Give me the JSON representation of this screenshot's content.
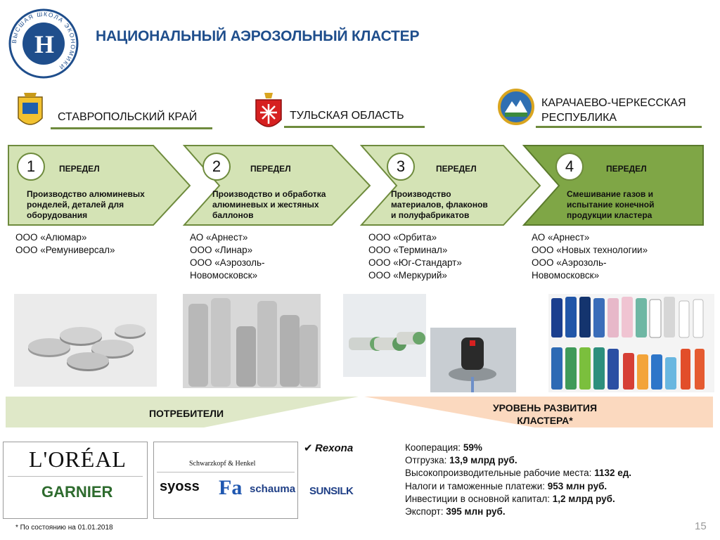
{
  "header": {
    "title": "НАЦИОНАЛЬНЫЙ АЭРОЗОЛЬНЫЙ КЛАСТЕР",
    "logo_text": "ВЫСШАЯ ШКОЛА ЭКОНОМИКИ"
  },
  "regions": [
    {
      "name": "СТАВРОПОЛЬСКИЙ КРАЙ"
    },
    {
      "name": "ТУЛЬСКАЯ ОБЛАСТЬ"
    },
    {
      "name_line1": "КАРАЧАЕВО-ЧЕРКЕССКАЯ",
      "name_line2": "РЕСПУБЛИКА"
    }
  ],
  "steps": [
    {
      "num": "1",
      "label": "ПЕРЕДЕЛ",
      "desc": [
        "Производство алюминевых",
        "ронделей, деталей для",
        "оборудования"
      ]
    },
    {
      "num": "2",
      "label": "ПЕРЕДЕЛ",
      "desc": [
        "Производство и обработка",
        "алюминевых и жестяных",
        "баллонов"
      ]
    },
    {
      "num": "3",
      "label": "ПЕРЕДЕЛ",
      "desc": [
        "Производство",
        "материалов, флаконов",
        "и полуфабрикатов"
      ]
    },
    {
      "num": "4",
      "label": "ПЕРЕДЕЛ",
      "desc": [
        "Смешивание газов и",
        "испытание конечной",
        "продукции кластера"
      ]
    }
  ],
  "companies": [
    [
      "ООО «Алюмар»",
      "ООО «Ремуниверсал»"
    ],
    [
      "АО «Арнест»",
      "ООО «Линар»",
      "ООО «Аэрозоль-",
      "Новомосковск»"
    ],
    [
      "ООО «Орбита»",
      "ООО «Терминал»",
      "ООО «Юг-Стандарт»",
      "ООО «Меркурий»"
    ],
    [
      "АО «Арнест»",
      "ООО «Новых технологии»",
      "ООО «Аэрозоль-",
      "Новомосковск»"
    ]
  ],
  "consumers_label": "ПОТРЕБИТЕЛИ",
  "level_label": [
    "УРОВЕНЬ РАЗВИТИЯ",
    "КЛАСТЕРА*"
  ],
  "brands": {
    "loreal": "L'ORÉAL",
    "garnier": "GARNIER",
    "schwarzkopf": "Schwarzkopf & Henkel",
    "syoss": "syoss",
    "fa": "Fa",
    "schauma": "schauma",
    "rexona": "Rexona",
    "sunsilk": "SUNSILK"
  },
  "stats": [
    {
      "label": "Кооперация: ",
      "value": "59%"
    },
    {
      "label": "Отгрузка: ",
      "value": "13,9 млрд руб."
    },
    {
      "label": "Высокопроизводительные рабочие места: ",
      "value": "1132 ед."
    },
    {
      "label": "Налоги и таможенные платежи: ",
      "value": "953 млн руб."
    },
    {
      "label": "Инвестиции в основной капитал: ",
      "value": "1,2 млрд руб."
    },
    {
      "label": "Экспорт: ",
      "value": "395 млн руб."
    }
  ],
  "footnote": "* По состоянию на 01.01.2018",
  "page_number": "15",
  "colors": {
    "title_blue": "#1f4e8c",
    "green_dark": "#6e8b3d",
    "green_light": "#d4e3b5",
    "green_mid": "#7fa646",
    "orange_light": "#fbd9bf"
  }
}
